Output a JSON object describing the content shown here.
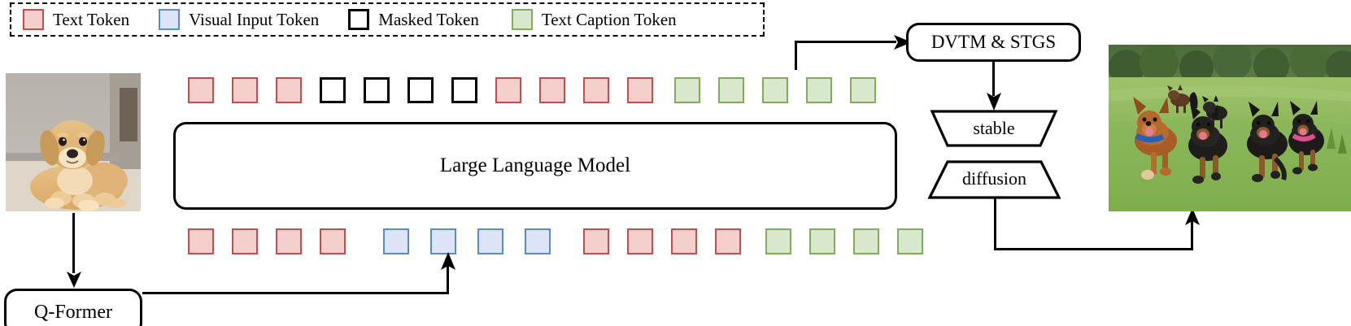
{
  "legend": {
    "items": [
      {
        "label": "Text Token",
        "fill": "#f5cfcb",
        "stroke": "#c0504d",
        "icon": "red-square-icon"
      },
      {
        "label": "Visual Input Token",
        "fill": "#dbe5f7",
        "stroke": "#5b8bc9",
        "icon": "blue-square-icon"
      },
      {
        "label": "Masked Token",
        "fill": "#ffffff",
        "stroke": "#000000",
        "icon": "black-outline-square-icon"
      },
      {
        "label": "Text Caption Token",
        "fill": "#d9e8cd",
        "stroke": "#7fad5c",
        "icon": "green-square-icon"
      }
    ]
  },
  "colors": {
    "text_token_fill": "#f5cfcb",
    "text_token_stroke": "#c0504d",
    "visual_token_fill": "#dbe5f7",
    "visual_token_stroke": "#5b8bc9",
    "masked_token_fill": "#ffffff",
    "masked_token_stroke": "#000000",
    "caption_token_fill": "#d9e8cd",
    "caption_token_stroke": "#7fad5c",
    "line": "#000000"
  },
  "top_row": {
    "name": "llm-output-token-sequence",
    "tokens": [
      "text",
      "text",
      "text",
      "masked",
      "masked",
      "masked",
      "masked",
      "text",
      "text",
      "text",
      "text",
      "caption",
      "caption",
      "caption",
      "caption",
      "caption"
    ]
  },
  "bottom_row": {
    "name": "llm-input-token-sequence",
    "tokens": [
      "text",
      "text",
      "text",
      "text",
      "visual",
      "visual",
      "visual",
      "visual",
      "text",
      "text",
      "text",
      "text",
      "caption",
      "caption",
      "caption",
      "caption"
    ]
  },
  "blocks": {
    "llm": {
      "label": "Large Language Model",
      "name": "large-language-model-box"
    },
    "dvtm": {
      "label": "DVTM & STGS",
      "name": "dvtm-stgs-box"
    },
    "qformer": {
      "label": "Q-Former",
      "name": "q-former-box"
    },
    "stable": {
      "label": "stable",
      "name": "stable-trapezoid"
    },
    "diffusion": {
      "label": "diffusion",
      "name": "diffusion-trapezoid"
    }
  },
  "images": {
    "input": {
      "name": "input-dog-photo",
      "alt": "Golden retriever lying on a floor in front of a wall"
    },
    "output": {
      "name": "generated-dogs-photo",
      "alt": "Several dogs running through a green grassy field"
    }
  },
  "connectors": [
    {
      "name": "input-image-to-qformer-arrow"
    },
    {
      "name": "qformer-to-visual-tokens-arrow"
    },
    {
      "name": "top-row-to-dvtm-arrow"
    },
    {
      "name": "dvtm-to-stable-arrow"
    },
    {
      "name": "diffusion-to-output-image-arrow"
    }
  ]
}
